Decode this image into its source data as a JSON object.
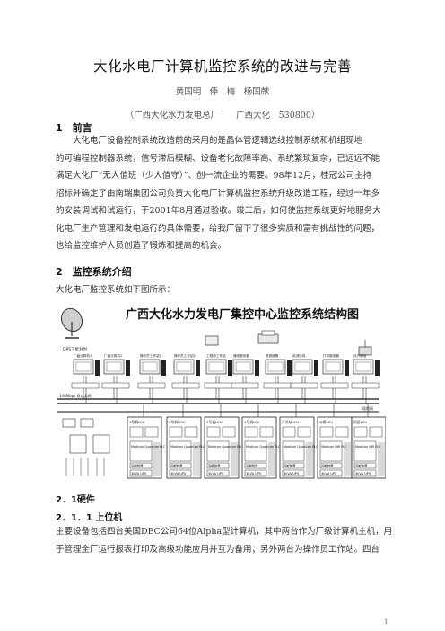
{
  "title": "大化水电厂计算机监控系统的改进与完善",
  "authors": "黄国明　俸　梅　杨国献",
  "affiliation": "（广西大化水力发电总厂　　广西大化　530800）",
  "section1": {
    "heading": "1　前言",
    "lines": [
      "大化电厂设备控制系统改造前的采用的是晶体管逻辑选线控制系统和机组现地",
      "的可编程控制器系统，信号滞后模糊、设备老化故障率高、系统繁琐复杂，已远远不能",
      "满足大化厂“无人值班（少人值守）”、创一流企业的需要。98年12月，桂冠公司主持",
      "招标并确定了由南瑞集团公司负责大化电厂计算机监控系统升级改造工程，经过一年多",
      "的安装调试和试运行，于2001年8月通过验收。竣工后，如何使监控系统更好地服务大",
      "化电厂生产管理和发电运行的具体需要，给我厂留下了很多实质和富有挑战性的问题，",
      "也给监控维护人员创造了锻炼和提高的机会。"
    ]
  },
  "section2": {
    "heading": "2　监控系统介绍",
    "intro": "大化电厂监控系统如下图所示："
  },
  "figure": {
    "title": "广西大化水力发电厂集控中心监控系统结构图",
    "top_nodes": [
      "厂级计算机1",
      "厂级计算机2",
      "操作员工作站1",
      "操作员工作站2",
      "工程师工作站",
      "通信服务器",
      "语音报警",
      "培训仿真",
      "打印服务器",
      "远方通信"
    ],
    "bus_labels": [
      "100Mbps 双以太网",
      "现地网"
    ],
    "units": [
      "1号机LCU",
      "2号机LCU",
      "3号机LCU",
      "4号机LCU",
      "开关站LCU",
      "公用LCU",
      "坝区LCU"
    ],
    "plc_label": "Modicon Quantum PLC",
    "plc_label_short": "Modicon NW PLC",
    "ups_label": "3kVA UPS",
    "io_label": "同期装置",
    "gps_label": "GPS卫星对时"
  },
  "section21": {
    "heading": "2．1硬件"
  },
  "section211": {
    "heading": "2．1．1 上位机",
    "lines": [
      "主要设备包括四台美国DEC公司64位Alpha型计算机，其中两台作为厂级计算机主机，用",
      "于管理全厂运行报表打印及高级功能应用并互为备用；另外两台为操作员工作站。四台"
    ]
  },
  "page_number": "1"
}
